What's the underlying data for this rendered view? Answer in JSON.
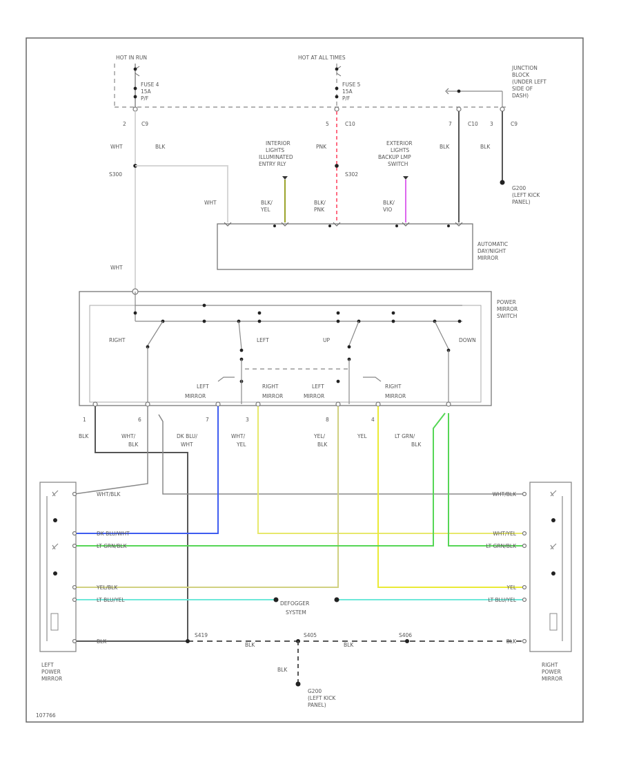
{
  "diagram": {
    "code": "107766",
    "top": {
      "hot_run": "HOT IN RUN",
      "hot_always": "HOT AT ALL TIMES",
      "fuse4": "FUSE 4",
      "fuse4_amp": "15A",
      "fuse4_ref": "P/F",
      "fuse5": "FUSE 5",
      "fuse5_amp": "15A",
      "fuse5_ref": "P/F",
      "junction_block": [
        "JUNCTION",
        "BLOCK",
        "(UNDER LEFT",
        "SIDE OF",
        "DASH)"
      ],
      "pin_c9_left": "2",
      "conn_c9_left": "C9",
      "pin_c10": "5",
      "conn_c10": "C10",
      "pin_c10b": "7",
      "conn_c10b": "C10",
      "pin_c9_right": "3",
      "conn_c9_right": "C9"
    },
    "wires": {
      "wht": "WHT",
      "blk": "BLK",
      "pnk": "PNK",
      "blk_yel": [
        "BLK/",
        "YEL"
      ],
      "blk_pnk": [
        "BLK/",
        "PNK"
      ],
      "blk_vio": [
        "BLK/",
        "VIO"
      ],
      "s300": "S300",
      "s302": "S302"
    },
    "sources": {
      "interior": [
        "INTERIOR",
        "LIGHTS",
        "ILLUMINATED",
        "ENTRY RLY"
      ],
      "exterior": [
        "EXTERIOR",
        "LIGHTS",
        "BACKUP LMP",
        "SWITCH"
      ]
    },
    "ground_g200": [
      "G200",
      "(LEFT KICK",
      "PANEL)"
    ],
    "auto_mirror": [
      "AUTOMATIC",
      "DAY/NIGHT",
      "MIRROR"
    ],
    "switch": {
      "name": [
        "POWER",
        "MIRROR",
        "SWITCH"
      ],
      "right": "RIGHT",
      "left": "LEFT",
      "up": "UP",
      "down": "DOWN",
      "left_mirror": [
        "LEFT",
        "MIRROR"
      ],
      "right_mirror": [
        "RIGHT",
        "MIRROR"
      ]
    },
    "pins": {
      "p1": "1",
      "p6": "6",
      "p7": "7",
      "p3": "3",
      "p8": "8",
      "p4": "4",
      "c1": [
        "BLK"
      ],
      "c6": [
        "WHT/",
        "BLK"
      ],
      "c7": [
        "DK BLU/",
        "WHT"
      ],
      "c3": [
        "WHT/",
        "YEL"
      ],
      "c8": [
        "YEL/",
        "BLK"
      ],
      "c4": [
        "YEL"
      ],
      "c5": [
        "LT GRN/",
        "BLK"
      ]
    },
    "left_mirror": {
      "name": [
        "LEFT",
        "POWER",
        "MIRROR"
      ],
      "rows": [
        "WHT/BLK",
        "DK BLU/WHT",
        "LT GRN/BLK",
        "YEL/BLK",
        "LT BLU/YEL",
        "BLK"
      ]
    },
    "right_mirror": {
      "name": [
        "RIGHT",
        "POWER",
        "MIRROR"
      ],
      "rows": [
        "WHT/BLK",
        "WHT/YEL",
        "LT GRN/BLK",
        "YEL",
        "LT BLU/YEL",
        "BLK"
      ]
    },
    "defogger": [
      "DEFOGGER",
      "SYSTEM"
    ],
    "splices": {
      "s419": "S419",
      "s405": "S405",
      "s406": "S406",
      "blk1": "BLK",
      "blk2": "BLK",
      "blk3": "BLK"
    },
    "bottom_ground": [
      "G200",
      "(LEFT KICK",
      "PANEL)"
    ],
    "colors": {
      "wht": "#d6d6d6",
      "pnk": "#ff6b81",
      "yel_olive": "#9aa32a",
      "vio": "#dd66ee",
      "blue": "#3e5cf0",
      "yellow": "#e7e86b",
      "green": "#55d655",
      "cyan": "#6ce8d9",
      "dark": "#555555"
    }
  }
}
